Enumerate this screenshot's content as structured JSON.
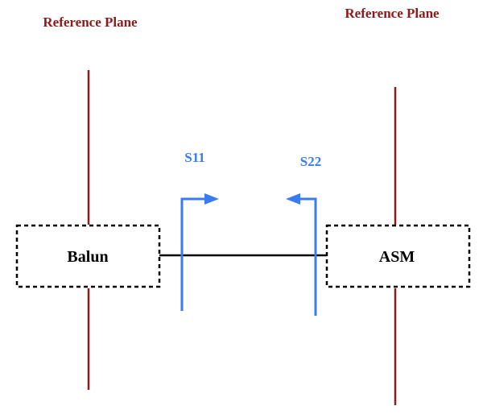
{
  "colors": {
    "reference_plane": "#8b1a1a",
    "s_parameter": "#3a7bf2",
    "box_border": "#000000",
    "connection_line": "#000000",
    "text": "#000000"
  },
  "reference_planes": [
    {
      "label": "Reference Plane"
    },
    {
      "label": "Reference Plane"
    }
  ],
  "blocks": {
    "left": {
      "label": "Balun"
    },
    "right": {
      "label": "ASM"
    }
  },
  "s_parameters": {
    "s11": {
      "label": "S11",
      "direction": "right"
    },
    "s22": {
      "label": "S22",
      "direction": "left"
    }
  }
}
